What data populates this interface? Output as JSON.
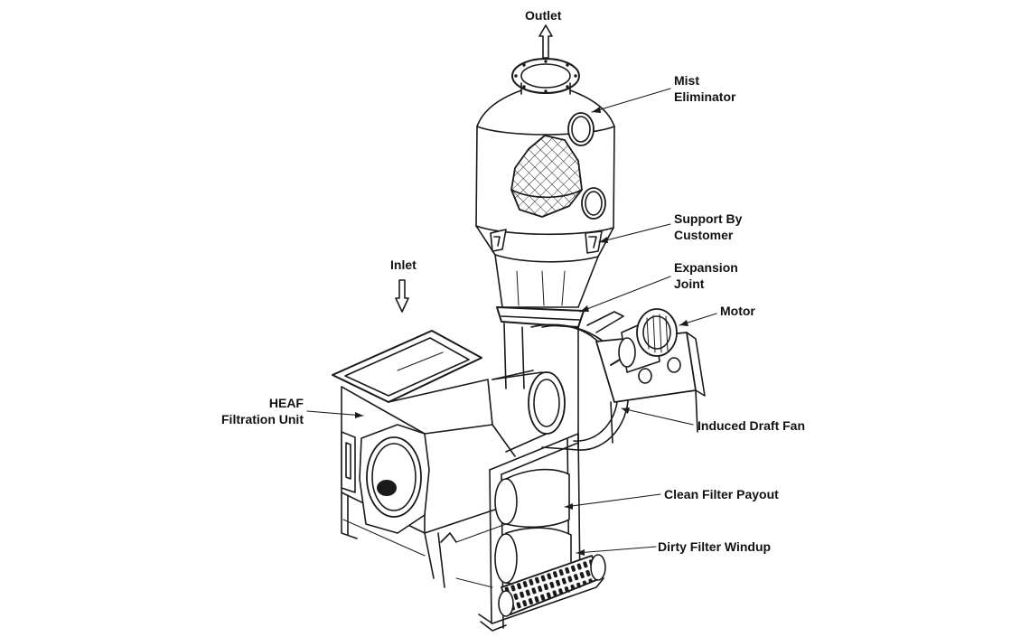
{
  "labels": {
    "outlet": "Outlet",
    "mist_eliminator": [
      "Mist",
      "Eliminator"
    ],
    "support_by_customer": [
      "Support By",
      "Customer"
    ],
    "inlet": "Inlet",
    "expansion_joint": [
      "Expansion",
      "Joint"
    ],
    "motor": "Motor",
    "heaf_filtration_unit": [
      "HEAF",
      "Filtration Unit"
    ],
    "induced_draft_fan": "Induced Draft Fan",
    "clean_filter_payout": "Clean Filter Payout",
    "dirty_filter_windup": "Dirty Filter Windup"
  },
  "colors": {
    "ink": "#1a1a1a",
    "paper": "#ffffff",
    "text": "#111111"
  }
}
